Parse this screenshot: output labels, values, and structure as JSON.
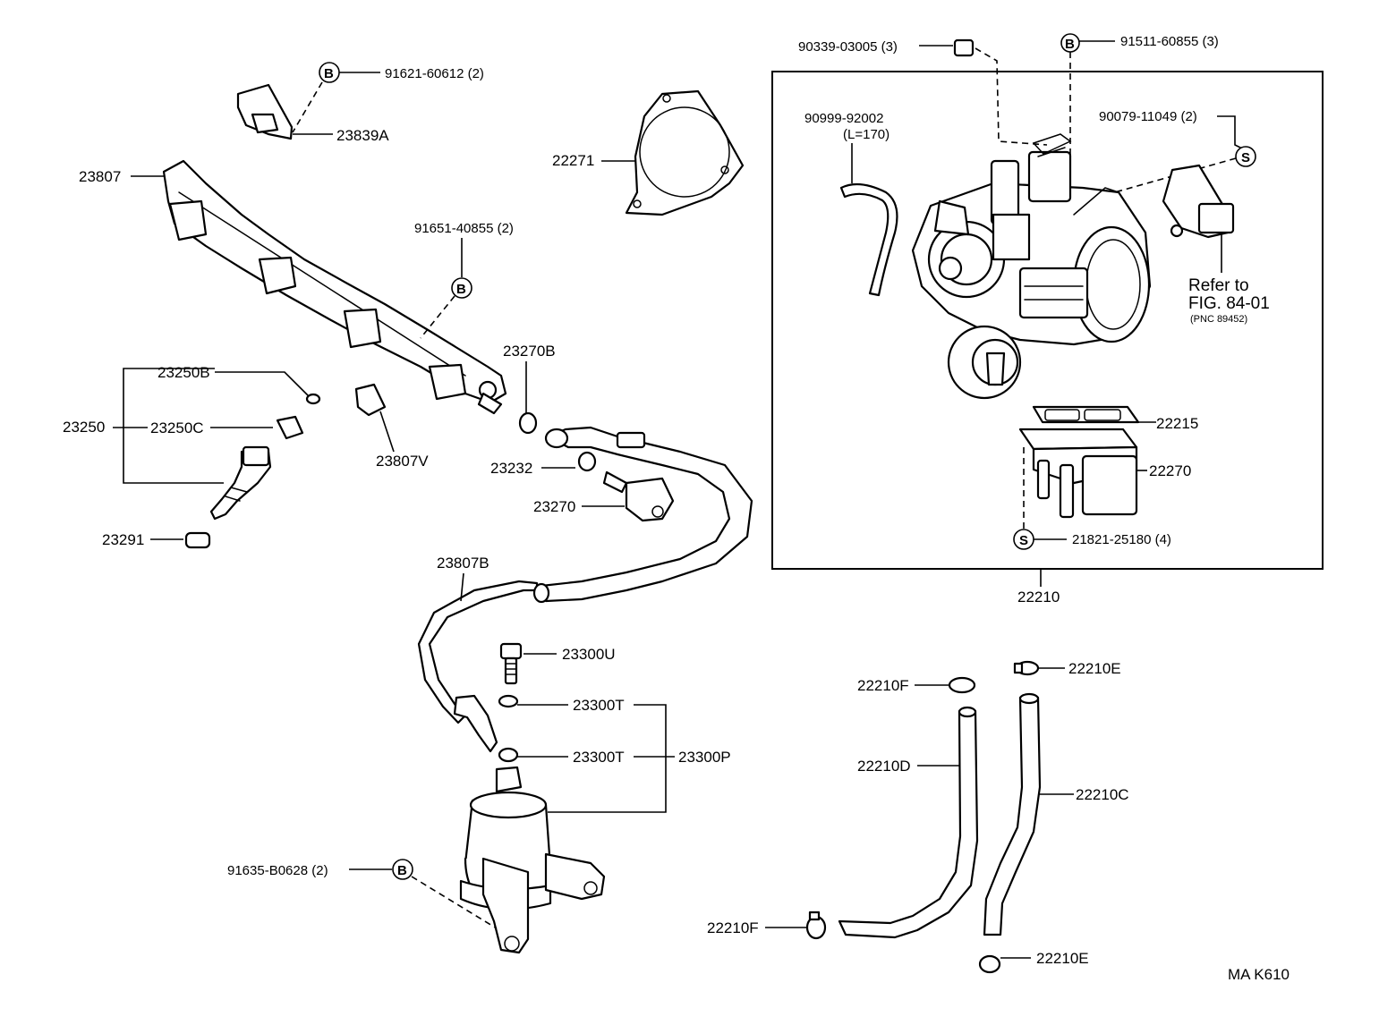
{
  "labels": {
    "p90339": "90339-03005 (3)",
    "p91511": "91511-60855 (3)",
    "p90999": "90999-92002",
    "p90999_len": "(L=170)",
    "p90079": "90079-11049 (2)",
    "p91621": "91621-60612 (2)",
    "p23839A": "23839A",
    "p23807": "23807",
    "p22271": "22271",
    "p91651": "91651-40855 (2)",
    "p23270B": "23270B",
    "p23250B": "23250B",
    "p23250": "23250",
    "p23250C": "23250C",
    "p23807V": "23807V",
    "p23232": "23232",
    "p23270": "23270",
    "p23291": "23291",
    "p23807B": "23807B",
    "p23300U": "23300U",
    "p23300T_a": "23300T",
    "p23300T_b": "23300T",
    "p23300P": "23300P",
    "p91635": "91635-B0628 (2)",
    "p22215": "22215",
    "p22270": "22270",
    "p21821": "21821-25180 (4)",
    "p22210": "22210",
    "p22210F_a": "22210F",
    "p22210E_a": "22210E",
    "p22210D": "22210D",
    "p22210C": "22210C",
    "p22210F_b": "22210F",
    "p22210E_b": "22210E"
  },
  "markers": {
    "bolt": "B",
    "screw": "S"
  },
  "reference": {
    "line1": "Refer to",
    "line2": "FIG. 84-01",
    "line3": "(PNC 89452)"
  },
  "figure_code": "MA K610"
}
